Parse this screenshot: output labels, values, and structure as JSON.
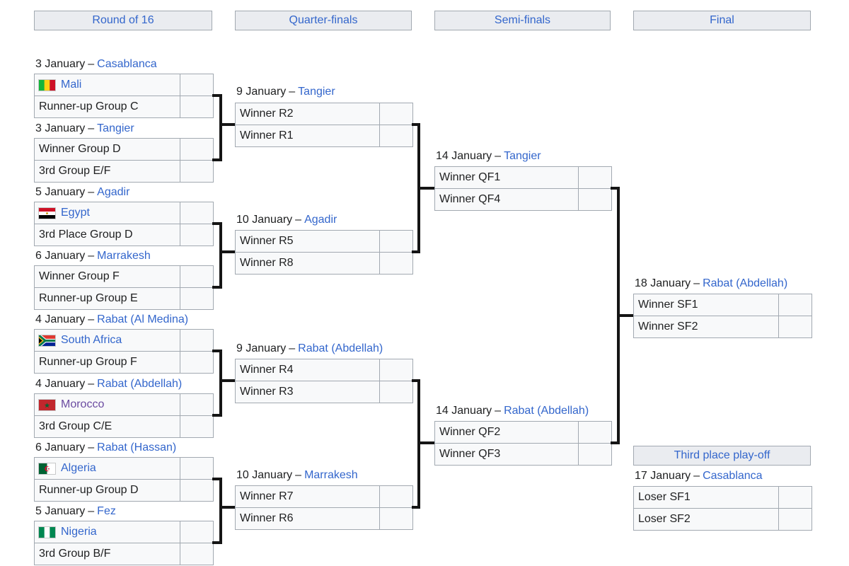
{
  "sep": "–",
  "colors": {
    "link_blue": "#3366cc",
    "visited_link_purple": "#6b4ba1",
    "header_bg": "#eaecf0",
    "cell_bg": "#f8f9fa",
    "border_gray": "#a2a9b1",
    "connector_black": "#151515"
  },
  "headers": {
    "round_of_16": "Round of 16",
    "quarter_finals": "Quarter-finals",
    "semi_finals": "Semi-finals",
    "final": "Final",
    "third_place": "Third place play-off"
  },
  "r16": [
    {
      "date": "3 January",
      "venue": "Casablanca",
      "t1": "Mali",
      "t1_icon": "mali-flag-icon",
      "s1": "",
      "t2": "Runner-up Group C",
      "s2": ""
    },
    {
      "date": "3 January",
      "venue": "Tangier",
      "t1": "Winner Group D",
      "s1": "",
      "t2": "3rd Group E/F",
      "s2": ""
    },
    {
      "date": "5 January",
      "venue": "Agadir",
      "t1": "Egypt",
      "t1_icon": "egypt-flag-icon",
      "s1": "",
      "t2": "3rd Place Group D",
      "s2": ""
    },
    {
      "date": "6 January",
      "venue": "Marrakesh",
      "t1": "Winner Group F",
      "s1": "",
      "t2": "Runner-up Group E",
      "s2": ""
    },
    {
      "date": "4 January",
      "venue": "Rabat (Al Medina)",
      "t1": "South Africa",
      "t1_icon": "south-africa-flag-icon",
      "s1": "",
      "t2": "Runner-up Group F",
      "s2": ""
    },
    {
      "date": "4 January",
      "venue": "Rabat (Abdellah)",
      "t1": "Morocco",
      "t1_icon": "morocco-flag-icon",
      "s1": "",
      "t2": "3rd Group C/E",
      "s2": ""
    },
    {
      "date": "6 January",
      "venue": "Rabat (Hassan)",
      "t1": "Algeria",
      "t1_icon": "algeria-flag-icon",
      "s1": "",
      "t2": "Runner-up Group D",
      "s2": ""
    },
    {
      "date": "5 January",
      "venue": "Fez",
      "t1": "Nigeria",
      "t1_icon": "nigeria-flag-icon",
      "s1": "",
      "t2": "3rd Group B/F",
      "s2": ""
    }
  ],
  "qf": [
    {
      "date": "9 January",
      "venue": "Tangier",
      "t1": "Winner R2",
      "s1": "",
      "t2": "Winner R1",
      "s2": ""
    },
    {
      "date": "10 January",
      "venue": "Agadir",
      "t1": "Winner R5",
      "s1": "",
      "t2": "Winner R8",
      "s2": ""
    },
    {
      "date": "9 January",
      "venue": "Rabat (Abdellah)",
      "t1": "Winner R4",
      "s1": "",
      "t2": "Winner R3",
      "s2": ""
    },
    {
      "date": "10 January",
      "venue": "Marrakesh",
      "t1": "Winner R7",
      "s1": "",
      "t2": "Winner R6",
      "s2": ""
    }
  ],
  "sf": [
    {
      "date": "14 January",
      "venue": "Tangier",
      "t1": "Winner QF1",
      "s1": "",
      "t2": "Winner QF4",
      "s2": ""
    },
    {
      "date": "14 January",
      "venue": "Rabat (Abdellah)",
      "t1": "Winner QF2",
      "s1": "",
      "t2": "Winner QF3",
      "s2": ""
    }
  ],
  "final": {
    "date": "18 January",
    "venue": "Rabat (Abdellah)",
    "t1": "Winner SF1",
    "s1": "",
    "t2": "Winner SF2",
    "s2": ""
  },
  "third": {
    "date": "17 January",
    "venue": "Casablanca",
    "t1": "Loser SF1",
    "s1": "",
    "t2": "Loser SF2",
    "s2": ""
  }
}
